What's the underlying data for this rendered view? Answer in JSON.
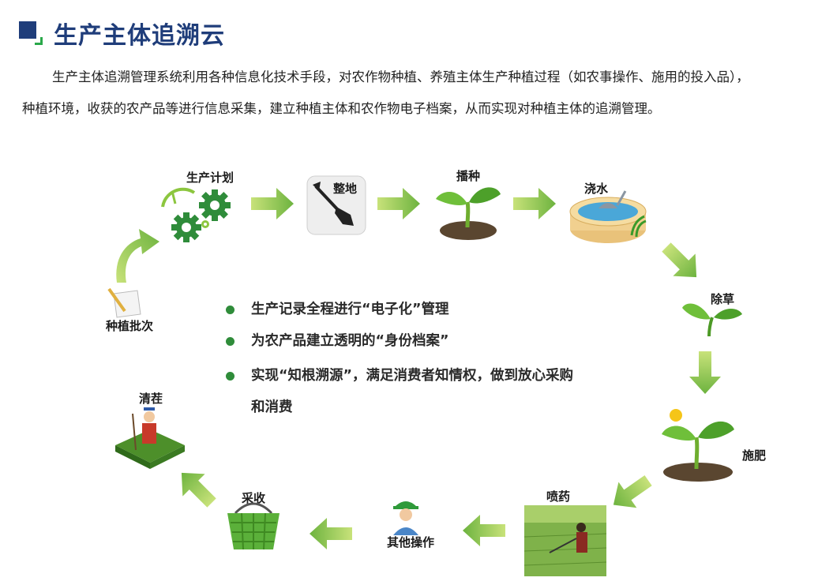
{
  "title": "生产主体追溯云",
  "intro": {
    "line1": "生产主体追溯管理系统利用各种信息化技术手段，对农作物种植、养殖主体生产种植过程（如农事操作、施用的投入品），",
    "line2": "种植环境，收获的农产品等进行信息采集，建立种植主体和农作物电子档案，从而实现对种植主体的追溯管理。"
  },
  "steps": {
    "plan": "生产计划",
    "till": "整地",
    "sow": "播种",
    "water": "浇水",
    "weed": "除草",
    "fertilize": "施肥",
    "spray": "喷药",
    "other": "其他操作",
    "harvest": "采收",
    "clear": "清茬",
    "batch": "种植批次"
  },
  "bullets": [
    "生产记录全程进行“电子化”管理",
    "为农产品建立透明的“身份档案”",
    "实现“知根溯源”，满足消费者知情权，做到放心采购",
    "和消费"
  ],
  "colors": {
    "title": "#1f3d7a",
    "accent": "#2aa84a",
    "arrow": "#8cc63f",
    "bullet": "#2f8c3a"
  }
}
